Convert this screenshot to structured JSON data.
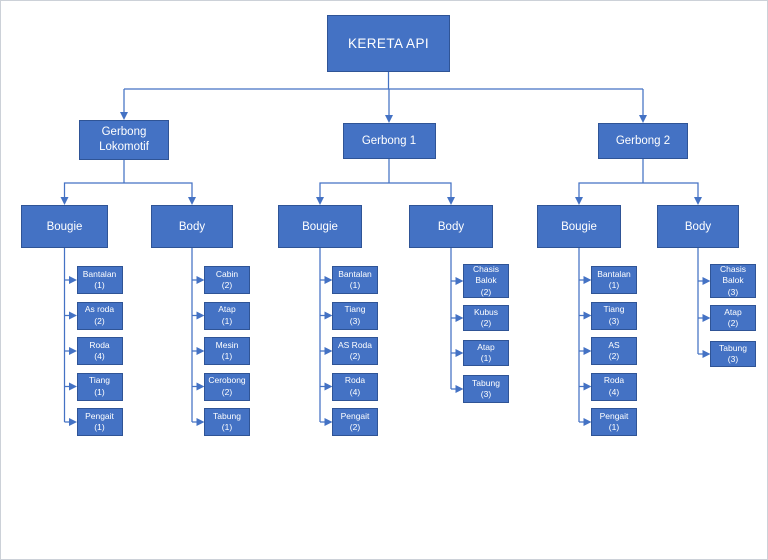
{
  "page": {
    "background": "#ffffff",
    "border_color": "#ccd1d8"
  },
  "colors": {
    "node_fill": "#4472C4",
    "node_border": "#2F5496",
    "node_text": "#ffffff",
    "connector": "#4472C4"
  },
  "root": {
    "label": "KERETA API"
  },
  "groups": [
    {
      "label": "Gerbong Lokomotif",
      "branches": [
        {
          "label": "Bougie",
          "leaves": [
            {
              "label": "Bantalan",
              "count": "(1)"
            },
            {
              "label": "As roda",
              "count": "(2)"
            },
            {
              "label": "Roda",
              "count": "(4)"
            },
            {
              "label": "Tiang",
              "count": "(1)"
            },
            {
              "label": "Pengait",
              "count": "(1)"
            }
          ]
        },
        {
          "label": "Body",
          "leaves": [
            {
              "label": "Cabin",
              "count": "(2)"
            },
            {
              "label": "Atap",
              "count": "(1)"
            },
            {
              "label": "Mesin",
              "count": "(1)"
            },
            {
              "label": "Cerobong",
              "count": "(2)"
            },
            {
              "label": "Tabung",
              "count": "(1)"
            }
          ]
        }
      ]
    },
    {
      "label": "Gerbong 1",
      "branches": [
        {
          "label": "Bougie",
          "leaves": [
            {
              "label": "Bantalan",
              "count": "(1)"
            },
            {
              "label": "Tiang",
              "count": "(3)"
            },
            {
              "label": "AS Roda",
              "count": "(2)"
            },
            {
              "label": "Roda",
              "count": "(4)"
            },
            {
              "label": "Pengait",
              "count": "(2)"
            }
          ]
        },
        {
          "label": "Body",
          "leaves": [
            {
              "label": "Chasis Balok",
              "count": "(2)"
            },
            {
              "label": "Kubus",
              "count": "(2)"
            },
            {
              "label": "Atap",
              "count": "(1)"
            },
            {
              "label": "Tabung",
              "count": "(3)"
            }
          ]
        }
      ]
    },
    {
      "label": "Gerbong 2",
      "branches": [
        {
          "label": "Bougie",
          "leaves": [
            {
              "label": "Bantalan",
              "count": "(1)"
            },
            {
              "label": "Tiang",
              "count": "(3)"
            },
            {
              "label": "AS",
              "count": "(2)"
            },
            {
              "label": "Roda",
              "count": "(4)"
            },
            {
              "label": "Pengait",
              "count": "(1)"
            }
          ]
        },
        {
          "label": "Body",
          "leaves": [
            {
              "label": "Chasis Balok",
              "count": "(3)"
            },
            {
              "label": "Atap",
              "count": "(2)"
            },
            {
              "label": "Tabung",
              "count": "(3)"
            }
          ]
        }
      ]
    }
  ]
}
